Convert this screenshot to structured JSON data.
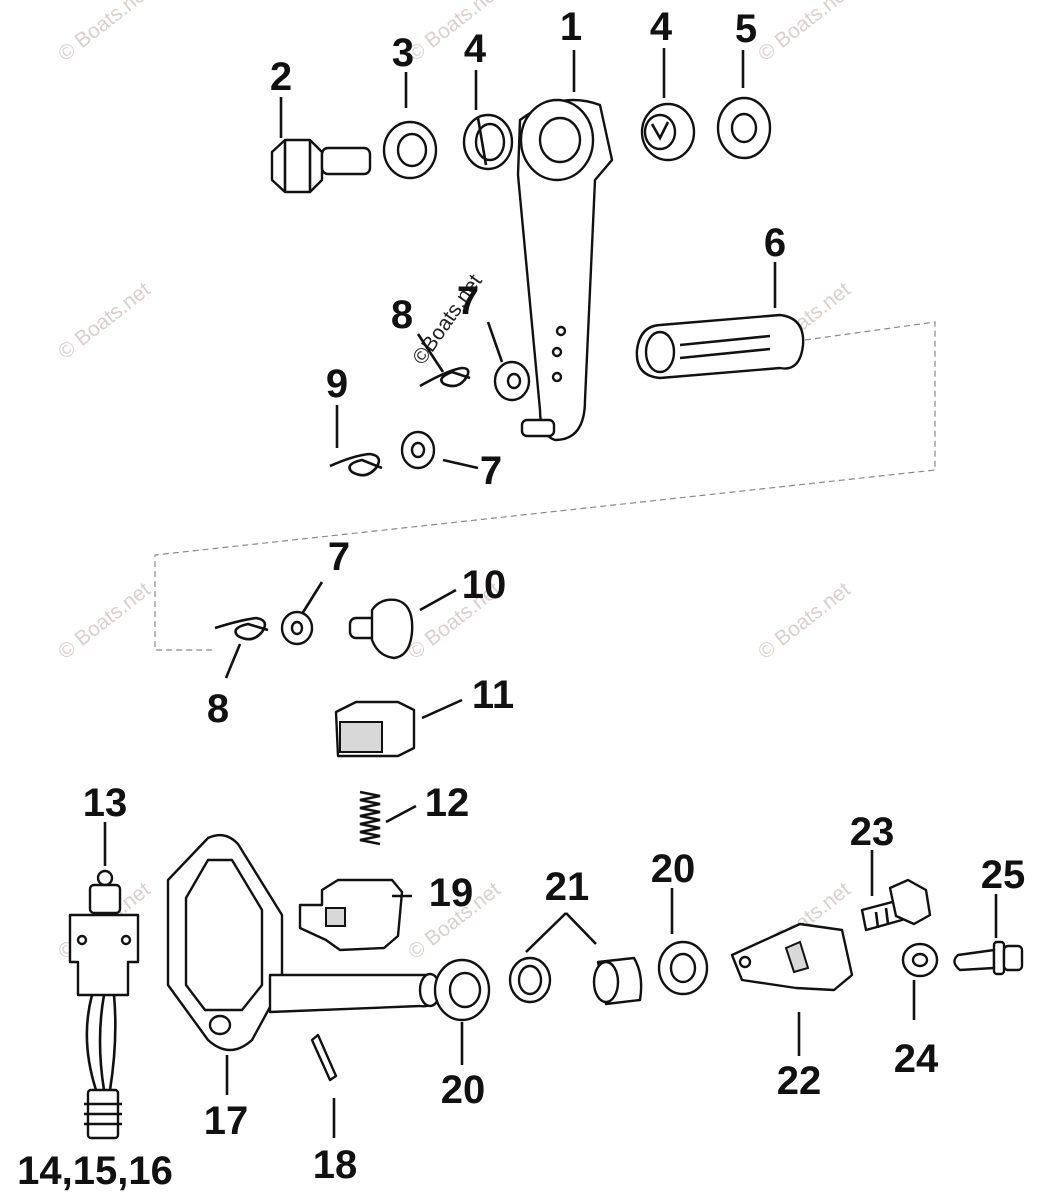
{
  "diagram": {
    "watermark": "© Boats.net",
    "watermark_center": "©Boats.net",
    "callouts": {
      "c1": "1",
      "c2": "2",
      "c3": "3",
      "c4a": "4",
      "c4b": "4",
      "c5": "5",
      "c6": "6",
      "c7a": "7",
      "c7b": "7",
      "c7c": "7",
      "c8a": "8",
      "c8b": "8",
      "c9": "9",
      "c10": "10",
      "c11": "11",
      "c12": "12",
      "c13": "13",
      "c14": "14,15,16",
      "c17": "17",
      "c18": "18",
      "c19": "19",
      "c20a": "20",
      "c20b": "20",
      "c21": "21",
      "c22": "22",
      "c23": "23",
      "c24": "24",
      "c25": "25"
    },
    "parts": [
      {
        "ref": "1",
        "icon": "throttle-lever-icon"
      },
      {
        "ref": "2",
        "icon": "bolt-icon"
      },
      {
        "ref": "3",
        "icon": "washer-icon"
      },
      {
        "ref": "4",
        "icon": "bushing-icon"
      },
      {
        "ref": "5",
        "icon": "washer-icon"
      },
      {
        "ref": "6",
        "icon": "link-rod-icon"
      },
      {
        "ref": "7",
        "icon": "washer-icon"
      },
      {
        "ref": "8",
        "icon": "spring-clip-icon"
      },
      {
        "ref": "9",
        "icon": "spring-clip-icon"
      },
      {
        "ref": "10",
        "icon": "ball-joint-icon"
      },
      {
        "ref": "11",
        "icon": "detent-block-icon"
      },
      {
        "ref": "12",
        "icon": "spring-icon"
      },
      {
        "ref": "13",
        "icon": "neutral-switch-icon"
      },
      {
        "ref": "17",
        "icon": "shift-plate-shaft-icon"
      },
      {
        "ref": "18",
        "icon": "cotter-pin-icon"
      },
      {
        "ref": "19",
        "icon": "detent-holder-icon"
      },
      {
        "ref": "20",
        "icon": "washer-icon"
      },
      {
        "ref": "21",
        "icon": "bushing-icon"
      },
      {
        "ref": "22",
        "icon": "lever-arm-icon"
      },
      {
        "ref": "23",
        "icon": "bolt-icon"
      },
      {
        "ref": "24",
        "icon": "washer-icon"
      },
      {
        "ref": "25",
        "icon": "screw-icon"
      }
    ]
  }
}
